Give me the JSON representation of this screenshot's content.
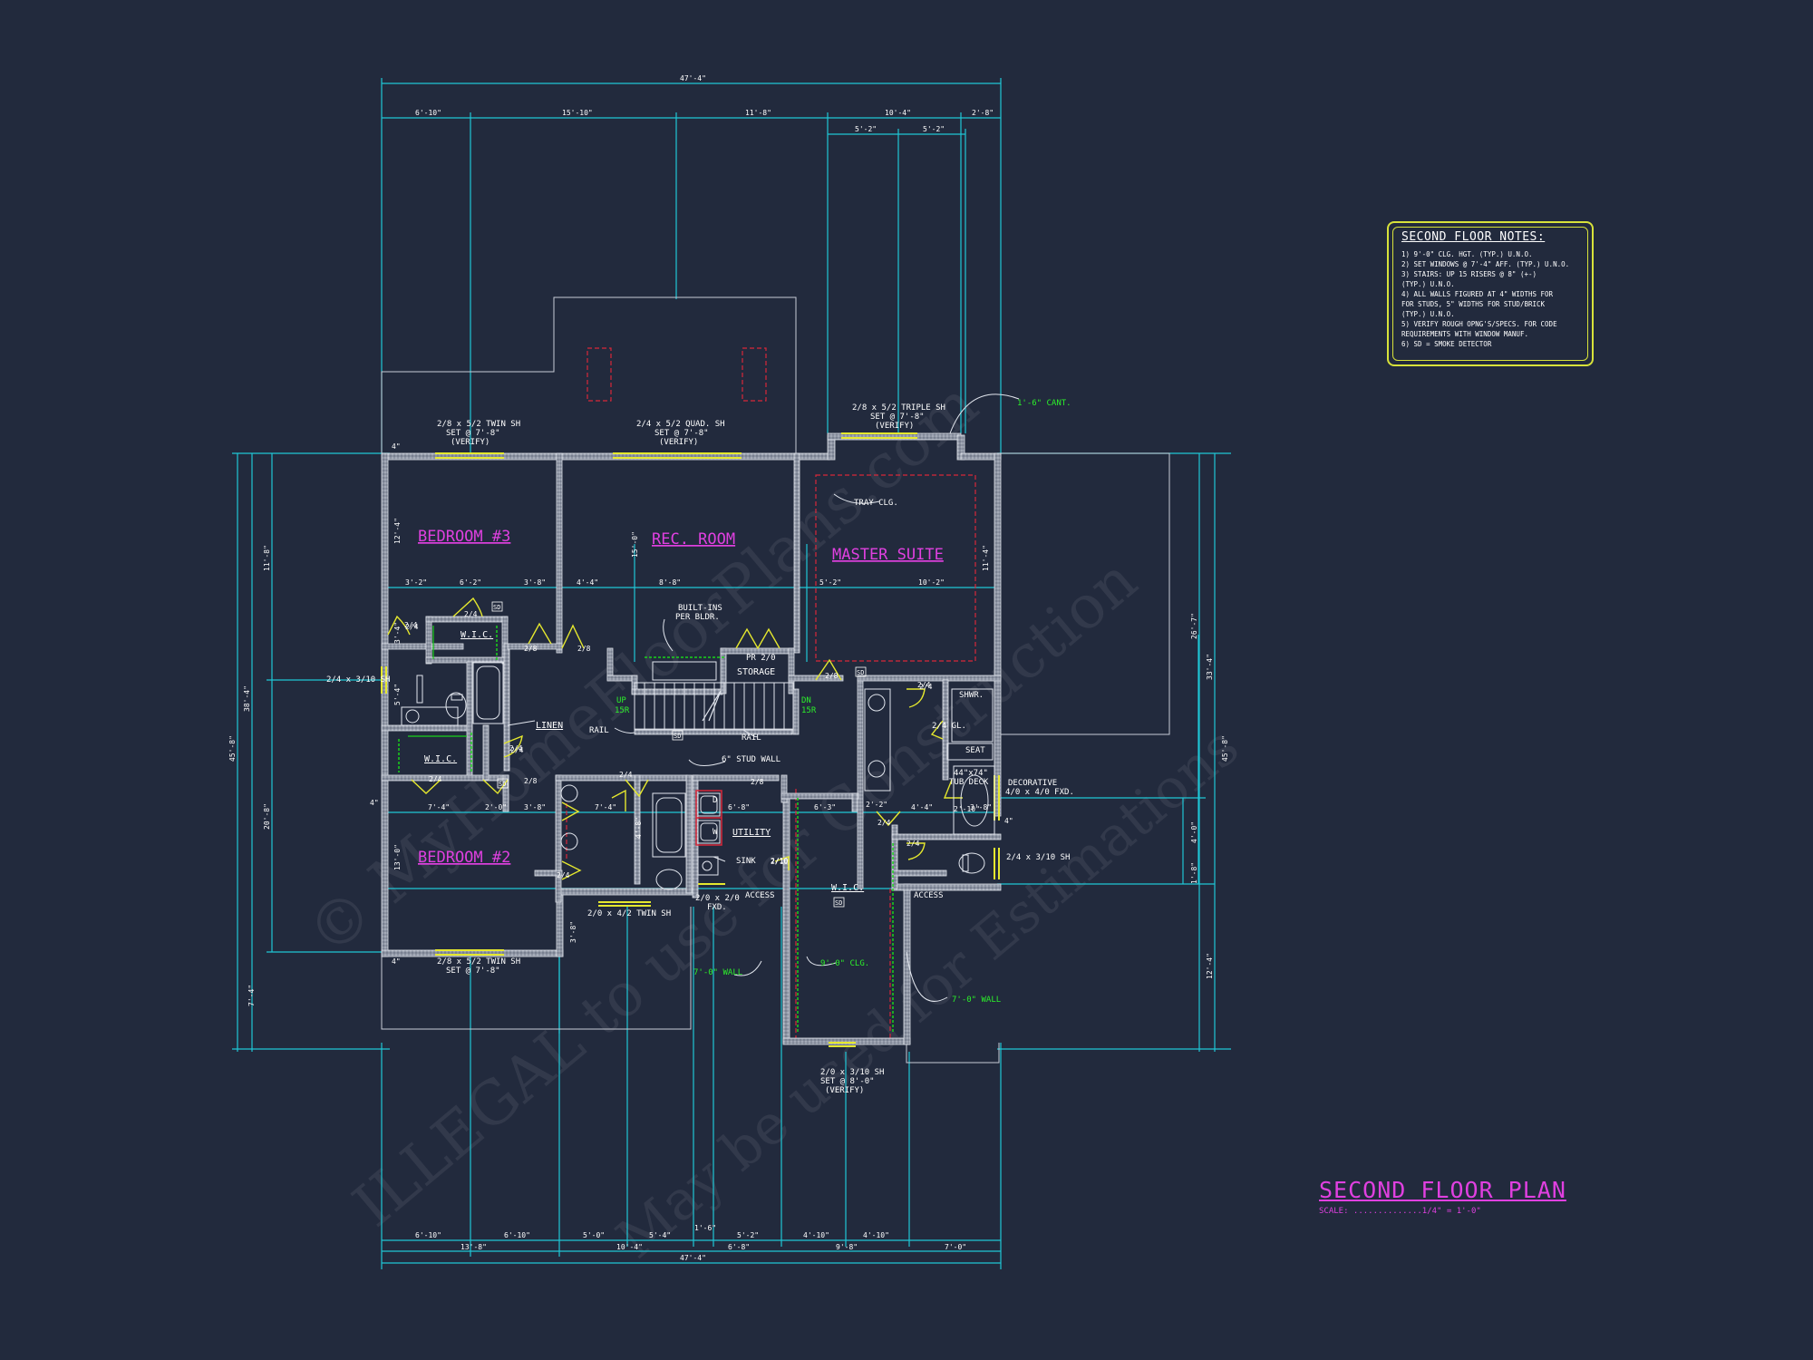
{
  "title": "SECOND FLOOR PLAN",
  "scale": "SCALE: ..............1/4\" = 1'-0\"",
  "notes": {
    "title": "SECOND FLOOR NOTES:",
    "items": [
      "1) 9'-0\" CLG. HGT. (TYP.) U.N.O.",
      "2) SET WINDOWS @ 7'-4\" AFF. (TYP.) U.N.O.",
      "3) STAIRS: UP 15 RISERS @ 8\" (+-)",
      "   (TYP.) U.N.O.",
      "4) ALL WALLS FIGURED AT 4\" WIDTHS FOR",
      "   FOR STUDS, 5\" WIDTHS FOR STUD/BRICK",
      "   (TYP.) U.N.O.",
      "5) VERIFY ROUGH OPNG'S/SPECS. FOR CODE",
      "   REQUIREMENTS WITH WINDOW MANUF.",
      "6) SD = SMOKE DETECTOR"
    ]
  },
  "watermark": {
    "line1": "© MyHomeFloorPlans.com",
    "line2": "ILLEGAL to use for Construction",
    "line3": "May be used for Estimations"
  },
  "rooms": {
    "bedroom3": "BEDROOM #3",
    "rec_room": "REC. ROOM",
    "master_suite": "MASTER SUITE",
    "bedroom2": "BEDROOM #2",
    "wic1": "W.I.C.",
    "wic2": "W.I.C.",
    "wic3": "W.I.C.",
    "linen": "LINEN",
    "utility": "UTILITY",
    "storage": "STORAGE"
  },
  "labels": {
    "win_bed3": "2/8 x 5/2 TWIN SH",
    "win_bed3_set": "SET @ 7'-8\"",
    "win_verify": "(VERIFY)",
    "win_rec": "2/4 x 5/2 QUAD. SH",
    "win_rec_set": "SET @ 7'-8\"",
    "win_master": "2/8 x 5/2 TRIPLE SH",
    "win_master_set": "SET @ 7'-8\"",
    "cant": "1'-6\" CANT.",
    "tray": "TRAY CLG.",
    "builtins1": "BUILT-INS",
    "builtins2": "PER BLDR.",
    "pr": "PR 2/0",
    "win_left": "2/4 x 3/10 SH",
    "rail1": "RAIL",
    "rail2": "RAIL",
    "up": "UP",
    "up15": "15R",
    "dn": "DN",
    "dn15": "15R",
    "stud_wall": "6\" STUD WALL",
    "shwr": "SHWR.",
    "gl": "2/4 GL.",
    "seat": "SEAT",
    "tub_deck1": "44\"x74\"",
    "tub_deck2": "TUB DECK",
    "decor1": "DECORATIVE",
    "decor2": "4/0 x 4/0 FXD.",
    "win_right": "2/4 x 3/10 SH",
    "sink": "SINK",
    "access1": "ACCESS",
    "access2": "ACCESS",
    "fxd1": "2/0 x 2/0",
    "fxd2": "FXD.",
    "win_bath": "2/0 x 4/2 TWIN SH",
    "win_bed2": "2/8 x 5/2 TWIN SH",
    "win_bed2_set": "SET @ 7'-8\"",
    "wall7a": "7'-0\" WALL",
    "wall7b": "7'-0\" WALL",
    "clg9": "9'-0\" CLG.",
    "win_bot1": "2/0 x 3/10 SH",
    "win_bot2": "SET @ 8'-0\"",
    "win_bot3": "(VERIFY)",
    "d": "D",
    "w": "W"
  },
  "doors": [
    "2/4",
    "2/4",
    "2/8",
    "2/8",
    "2/8",
    "2/4",
    "2/4",
    "2/4",
    "2/8",
    "2/4",
    "2/4",
    "2/10",
    "2/4",
    "2/4",
    "2/4",
    "2/8",
    "2/4",
    "2/4",
    "2/10"
  ],
  "sd": [
    "SD",
    "SD",
    "SD",
    "SD",
    "SD"
  ],
  "dims": {
    "top_total": "47'-4\"",
    "top": [
      "6'-10\"",
      "15'-10\"",
      "11'-8\"",
      "10'-4\"",
      "2'-8\""
    ],
    "top2": [
      "5'-2\"",
      "5'-2\""
    ],
    "bottom": [
      "6'-10\"",
      "6'-10\"",
      "5'-0\"",
      "5'-4\"",
      "1'-6\"",
      "5'-2\"",
      "4'-10\"",
      "4'-10\"",
      "7'-0\""
    ],
    "bottom2": [
      "13'-8\"",
      "10'-4\"",
      "6'-8\"",
      "9'-8\""
    ],
    "bottom_total": "47'-4\"",
    "left": [
      "11'-8\"",
      "20'-8\"",
      "7'-4\""
    ],
    "left2": [
      "38'-4\"",
      "45'-8\""
    ],
    "right": [
      "26'-7\"",
      "4'-0\"",
      "1'-8\"",
      "12'-4\""
    ],
    "right2": [
      "33'-4\"",
      "45'-8\""
    ],
    "inner_row1": [
      "3'-2\"",
      "6'-2\"",
      "3'-8\"",
      "4'-4\"",
      "8'-8\"",
      "5'-2\"",
      "10'-2\""
    ],
    "inner_row2": [
      "7'-4\"",
      "2'-0\"",
      "3'-8\"",
      "7'-4\"",
      "6'-8\"",
      "6'-3\"",
      "2'-2\"",
      "4'-4\"",
      "3'-8\""
    ],
    "misc": [
      "12'-4\"",
      "13'-0\"",
      "15'-0\"",
      "11'-4\"",
      "3'-4\"",
      "5'-4\"",
      "3'-8\"",
      "2'-10\"",
      "4'-8\"",
      "4\"",
      "4\"",
      "4\"",
      "4\""
    ]
  }
}
